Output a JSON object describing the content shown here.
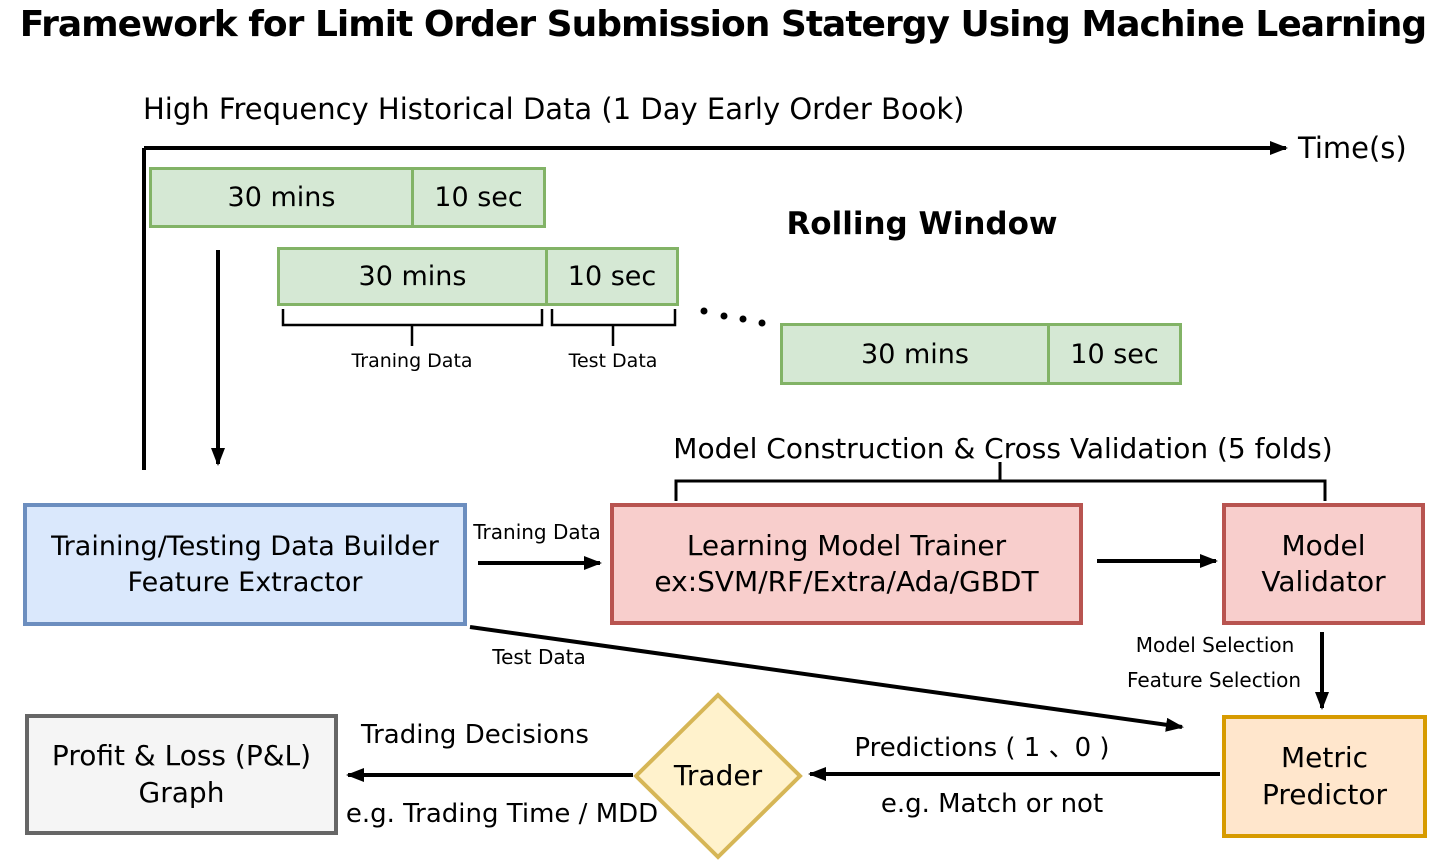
{
  "title": "Framework for Limit Order Submission Statergy Using Machine Learning",
  "timeline": {
    "header": "High Frequency Historical Data (1 Day Early Order Book)",
    "axis_label": "Time(s)",
    "rolling_window": "Rolling Window",
    "windows": [
      {
        "train": "30 mins",
        "test": "10 sec"
      },
      {
        "train": "30 mins",
        "test": "10 sec"
      },
      {
        "train": "30 mins",
        "test": "10 sec"
      }
    ],
    "training_brace": "Traning Data",
    "test_brace": "Test Data"
  },
  "cv_label": "Model Construction & Cross Validation (5 folds)",
  "nodes": {
    "data_builder": {
      "line1": "Training/Testing Data Builder",
      "line2": "Feature Extractor"
    },
    "model_trainer": {
      "line1": "Learning Model Trainer",
      "line2": "ex:SVM/RF/Extra/Ada/GBDT"
    },
    "model_validator": {
      "line1": "Model",
      "line2": "Validator"
    },
    "metric_predictor": {
      "line1": "Metric",
      "line2": "Predictor"
    },
    "trader": "Trader",
    "pnl": {
      "line1": "Profit & Loss (P&L)",
      "line2": "Graph"
    }
  },
  "edges": {
    "traning_data": "Traning Data",
    "test_data": "Test Data",
    "model_selection": "Model Selection",
    "feature_selection": "Feature Selection",
    "predictions": "Predictions ( 1 、0 )",
    "match": "e.g. Match or not",
    "decisions": "Trading Decisions",
    "mdd": "e.g. Trading Time / MDD"
  },
  "colors": {
    "green_fill": "#d5e8d4",
    "green_border": "#82b366",
    "blue_fill": "#dae8fc",
    "blue_border": "#6c8ebf",
    "red_fill": "#f8cecc",
    "red_border": "#b85450",
    "orange_fill": "#ffe6cc",
    "orange_border": "#d79b00",
    "yellow_fill": "#fff2cc",
    "yellow_border": "#d6b656",
    "gray_fill": "#f5f5f5",
    "gray_border": "#666666",
    "line": "#000000"
  }
}
